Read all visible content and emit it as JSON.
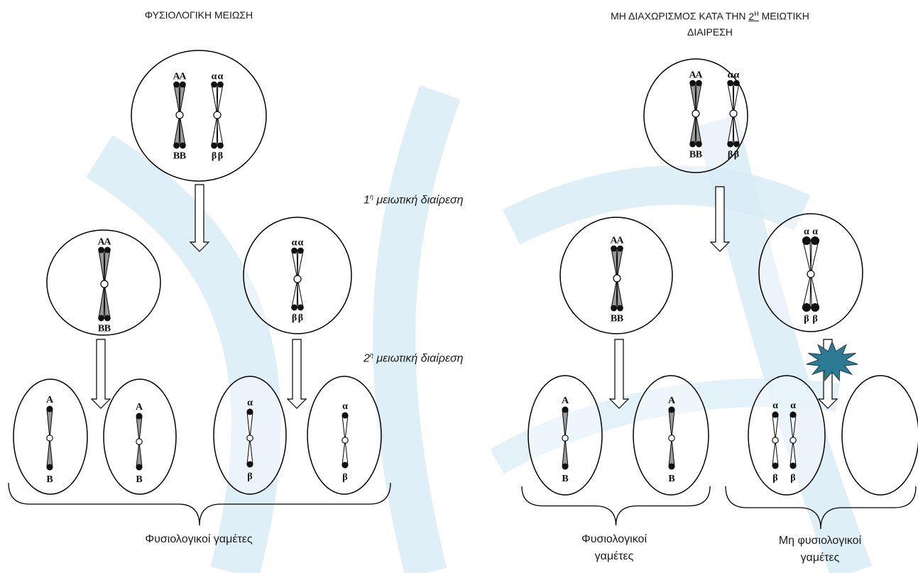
{
  "headings": {
    "left": "ΦΥΣΙΟΛΟΓΙΚΗ ΜΕΙΩΣΗ",
    "right_line1_prefix": "ΜΗ ΔΙΑΧΩΡΙΣΜΟΣ ΚΑΤΑ ΤΗΝ ",
    "right_line1_number": "2",
    "right_line1_sup": "Η",
    "right_line1_suffix": " ΜΕΙΩΤΙΚΗ",
    "right_line2": "ΔΙΑΙΡΕΣΗ"
  },
  "stages": {
    "first_number": "1",
    "first_sup": "η",
    "first_text": " μειωτική διαίρεση",
    "second_number": "2",
    "second_sup": "η",
    "second_text": " μειωτική διαίρεση"
  },
  "gametes": {
    "left_normal": "Φυσιολογικοί γαμέτες",
    "right_normal_line1": "Φυσιολογικοί",
    "right_normal_line2": "γαμέτες",
    "right_abnormal_line1": "Μη φυσιολογικοί",
    "right_abnormal_line2": "γαμέτες"
  },
  "alleles": {
    "gene1_dominant": "A",
    "gene1_recessive": "α",
    "gene2_dominant": "B",
    "gene2_recessive": "β"
  },
  "colors": {
    "chromatid_dark": "#9a9a9a",
    "chromatid_light": "#ffffff",
    "nondisjunction_star": "#2c7a94",
    "background_dna": "#cfe6f3"
  }
}
